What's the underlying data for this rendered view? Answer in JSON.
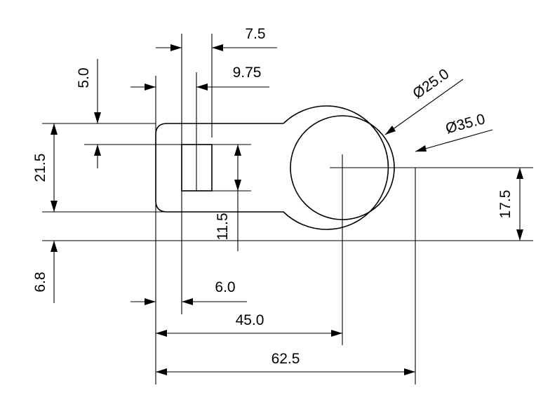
{
  "dimensions": {
    "slot_width": "7.5",
    "slot_offset": "9.75",
    "top_offset": "5.0",
    "tab_height": "21.5",
    "slot_height": "11.5",
    "bottom_offset": "6.8",
    "edge_offset": "6.0",
    "center_distance": "45.0",
    "overall_length": "62.5",
    "center_height": "17.5",
    "inner_diameter": "Ø25.0",
    "outer_diameter": "Ø35.0"
  }
}
